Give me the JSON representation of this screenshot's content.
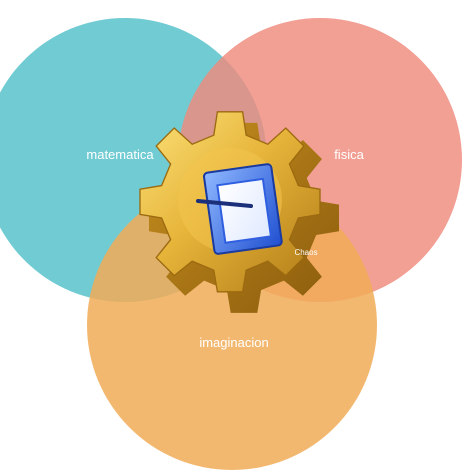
{
  "venn": {
    "circles": [
      {
        "label": "matematica",
        "color": "#5cc3cc"
      },
      {
        "label": "fisica",
        "color": "#ef8a7d"
      },
      {
        "label": "imaginacion",
        "color": "#f1ab57"
      }
    ],
    "center_label": "Chaos",
    "center_icon": "gear-window-icon"
  }
}
